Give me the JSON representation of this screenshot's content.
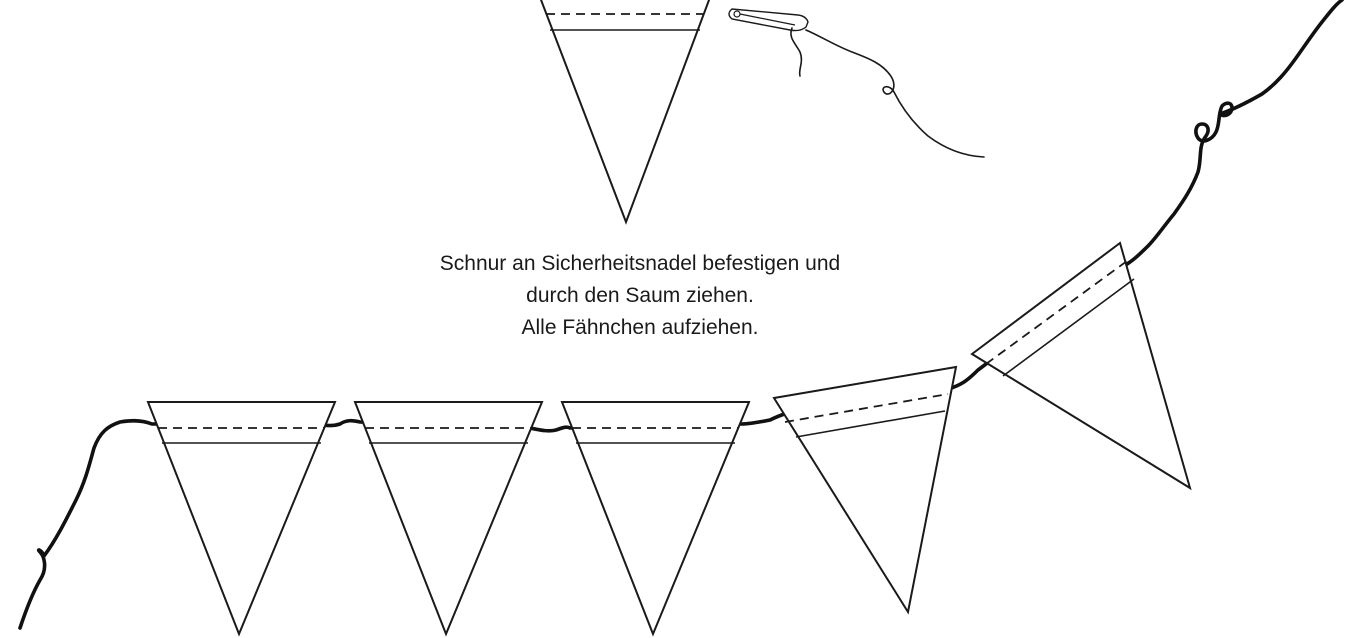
{
  "instruction": {
    "lines": [
      "Schnur an Sicherheitsnadel befestigen und",
      "durch den Saum ziehen.",
      "Alle Fähnchen aufziehen."
    ]
  },
  "icons": {
    "safety_pin": "safety-pin-icon",
    "pennant": "triangle-pennant-icon"
  },
  "colors": {
    "ink": "#1a1a1a",
    "background": "#ffffff"
  }
}
